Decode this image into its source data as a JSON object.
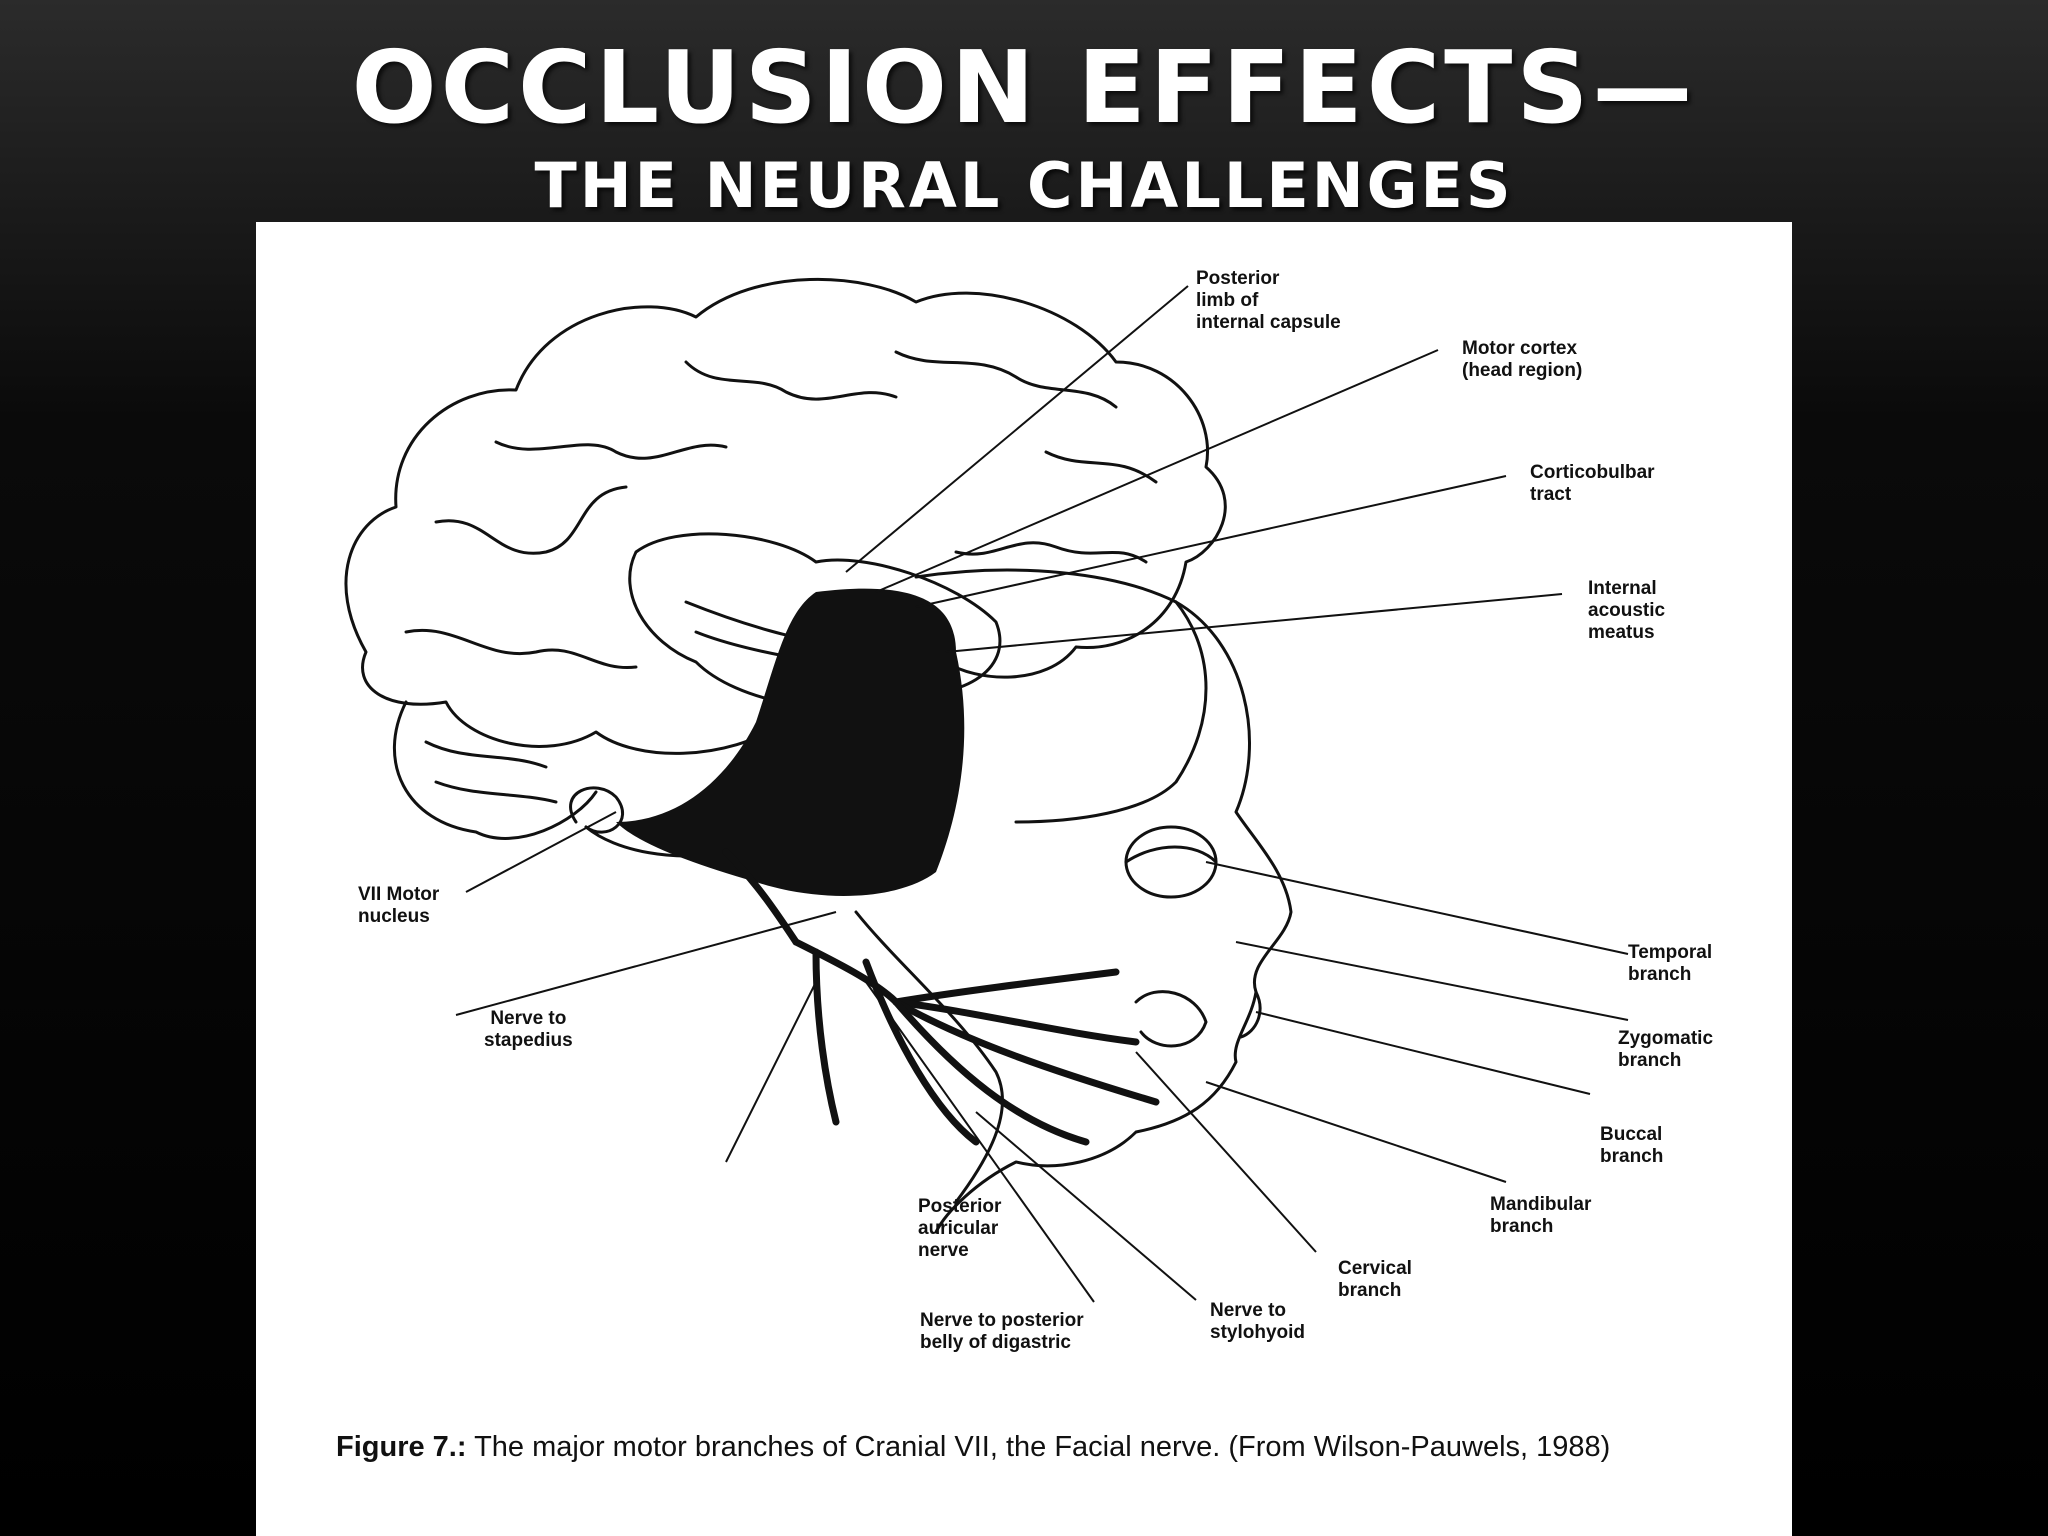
{
  "slide": {
    "title_line1": "OCCLUSION EFFECTS—",
    "title_line2": "THE NEURAL CHALLENGES"
  },
  "figure": {
    "labels": {
      "posterior_limb": "Posterior\nlimb of\ninternal capsule",
      "motor_cortex": "Motor cortex\n(head region)",
      "corticobulbar": "Corticobulbar\ntract",
      "internal_acoustic": "Internal\nacoustic\nmeatus",
      "vii_motor": "VII Motor\nnucleus",
      "temporal": "Temporal\nbranch",
      "nerve_stapedius": "Nerve to\nstapedius",
      "zygomatic": "Zygomatic\nbranch",
      "buccal": "Buccal\nbranch",
      "mandibular": "Mandibular\nbranch",
      "posterior_auricular": "Posterior\nauricular\nnerve",
      "cervical": "Cervical\nbranch",
      "nerve_digastric": "Nerve to posterior\nbelly of digastric",
      "nerve_stylohyoid": "Nerve to\nstylohyoid"
    },
    "caption_label": "Figure 7.:",
    "caption_text": "The major motor branches of Cranial VII, the Facial nerve. (From Wilson-Pauwels, 1988)"
  }
}
